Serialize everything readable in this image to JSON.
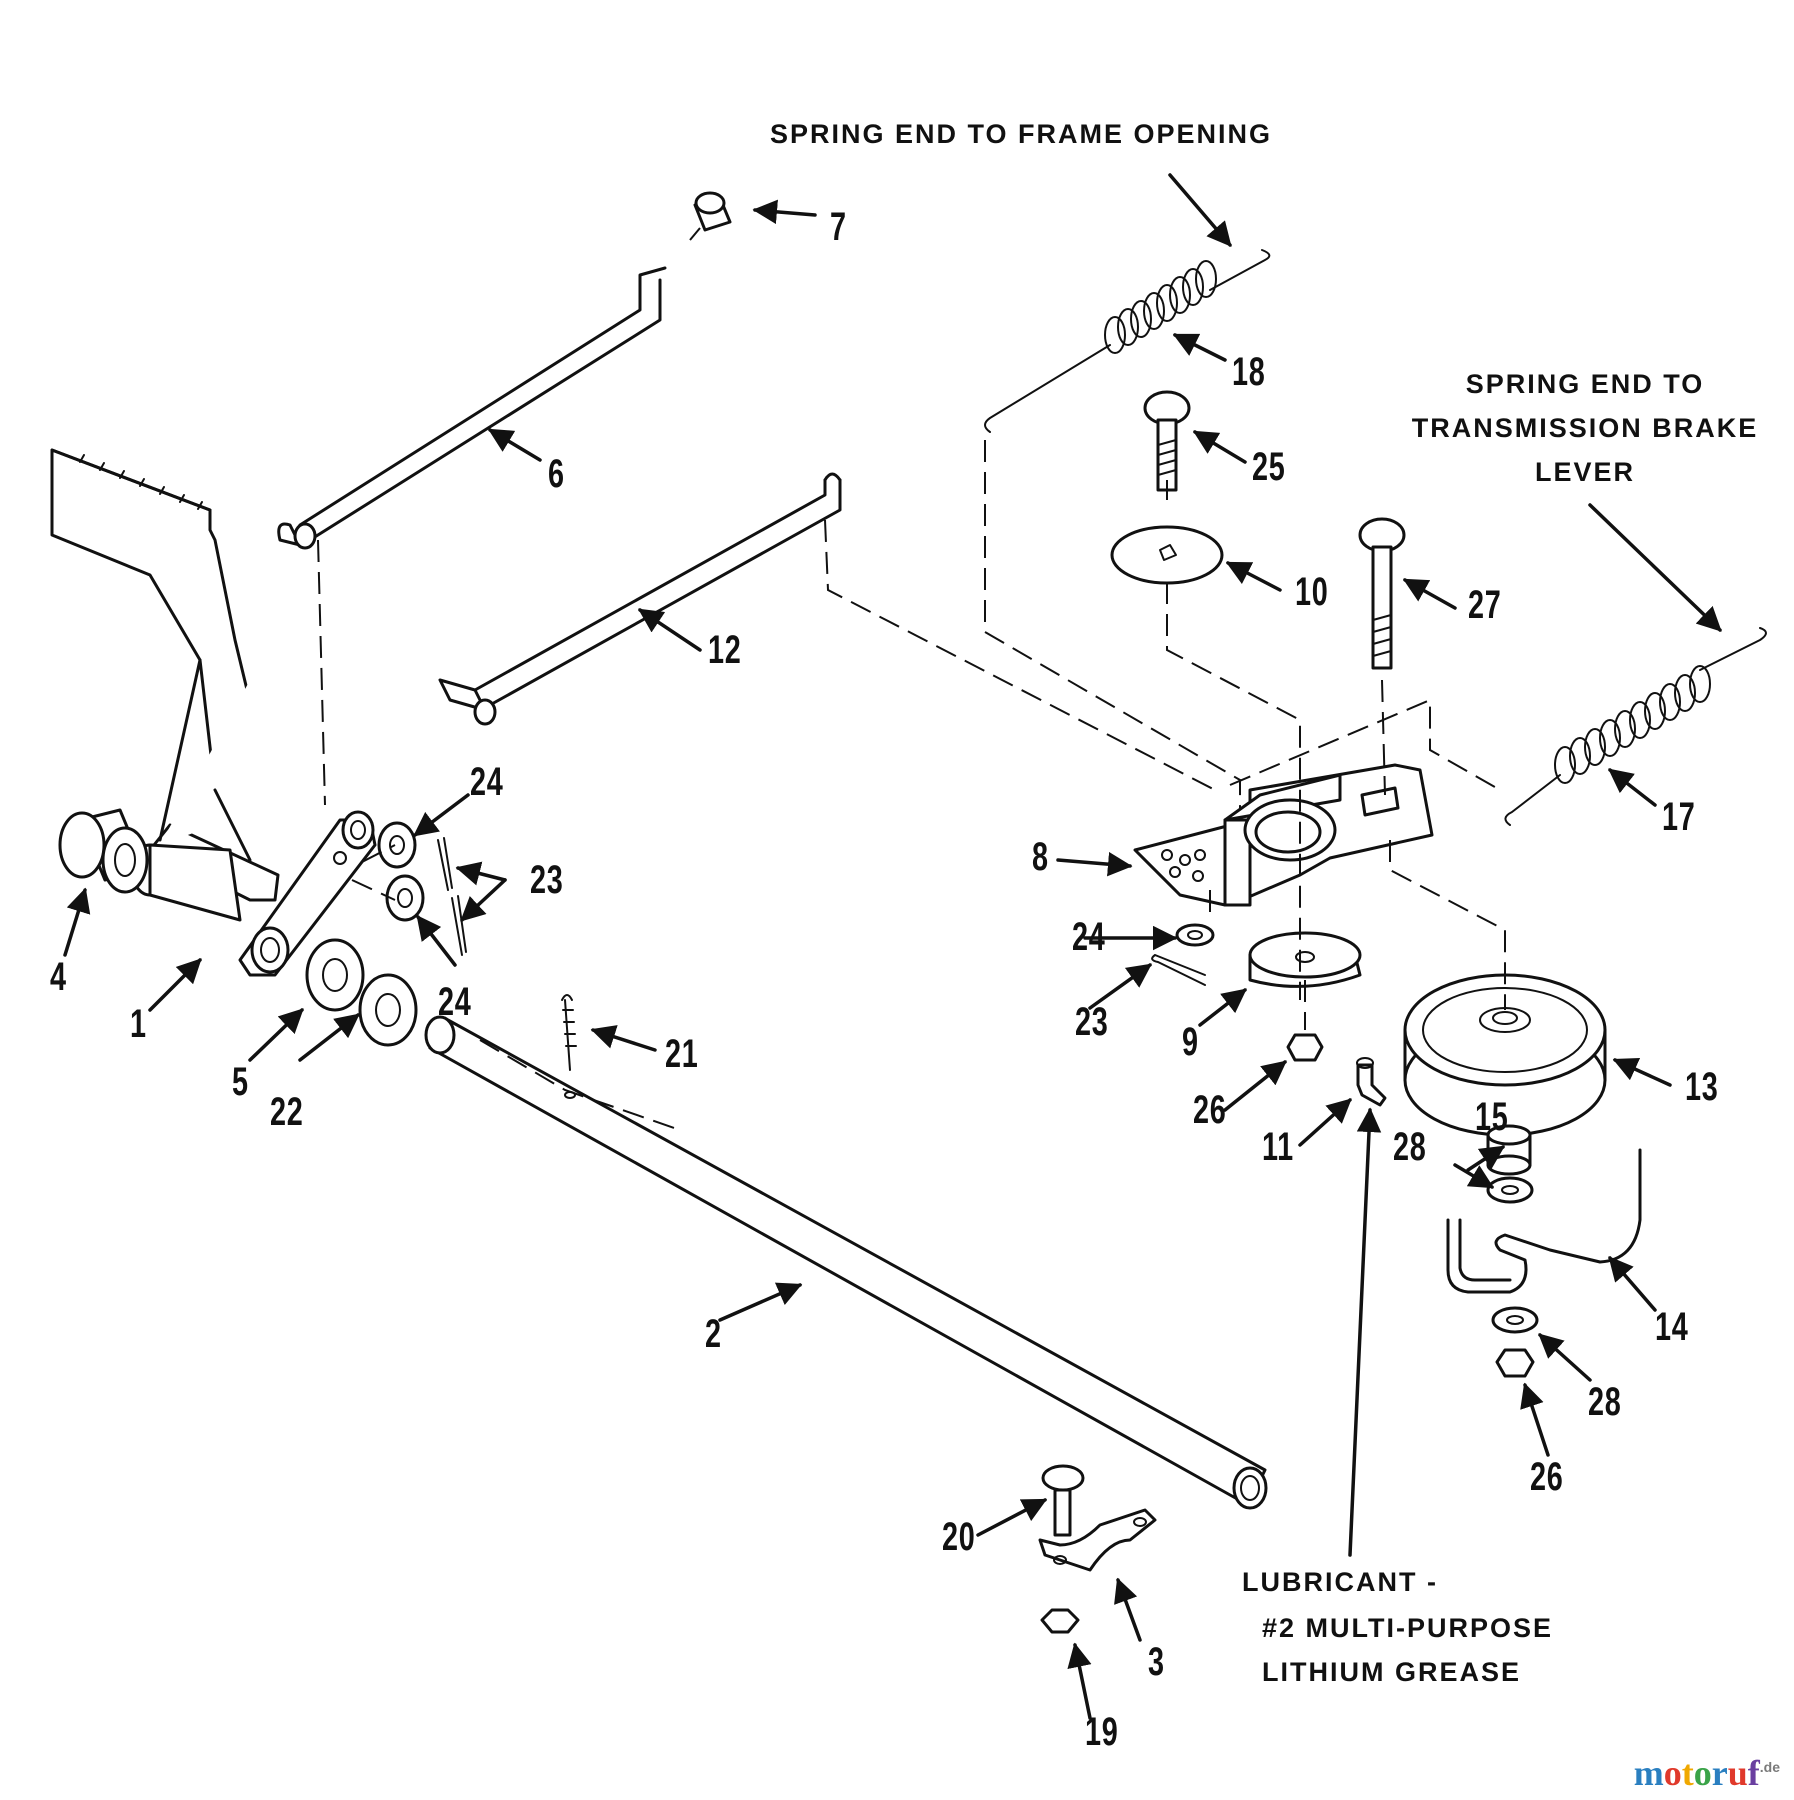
{
  "notes": {
    "frame_spring": "SPRING END TO FRAME OPENING",
    "brake_spring_1": "SPRING END TO",
    "brake_spring_2": "TRANSMISSION BRAKE",
    "brake_spring_3": "LEVER",
    "lube_1": "LUBRICANT -",
    "lube_2": "#2 MULTI-PURPOSE",
    "lube_3": "LITHIUM GREASE"
  },
  "callouts": {
    "c1": "1",
    "c2": "2",
    "c3": "3",
    "c4": "4",
    "c5": "5",
    "c6": "6",
    "c7": "7",
    "c8": "8",
    "c9": "9",
    "c10": "10",
    "c11": "11",
    "c12": "12",
    "c13": "13",
    "c14": "14",
    "c15": "15",
    "c17": "17",
    "c18": "18",
    "c19": "19",
    "c20": "20",
    "c21": "21",
    "c22": "22",
    "c23a": "23",
    "c23b": "23",
    "c24a": "24",
    "c24b": "24",
    "c24c": "24",
    "c25": "25",
    "c26a": "26",
    "c26b": "26",
    "c27": "27",
    "c28a": "28",
    "c28b": "28"
  },
  "watermark": {
    "brand": "motoruf",
    "suffix": ".de"
  }
}
